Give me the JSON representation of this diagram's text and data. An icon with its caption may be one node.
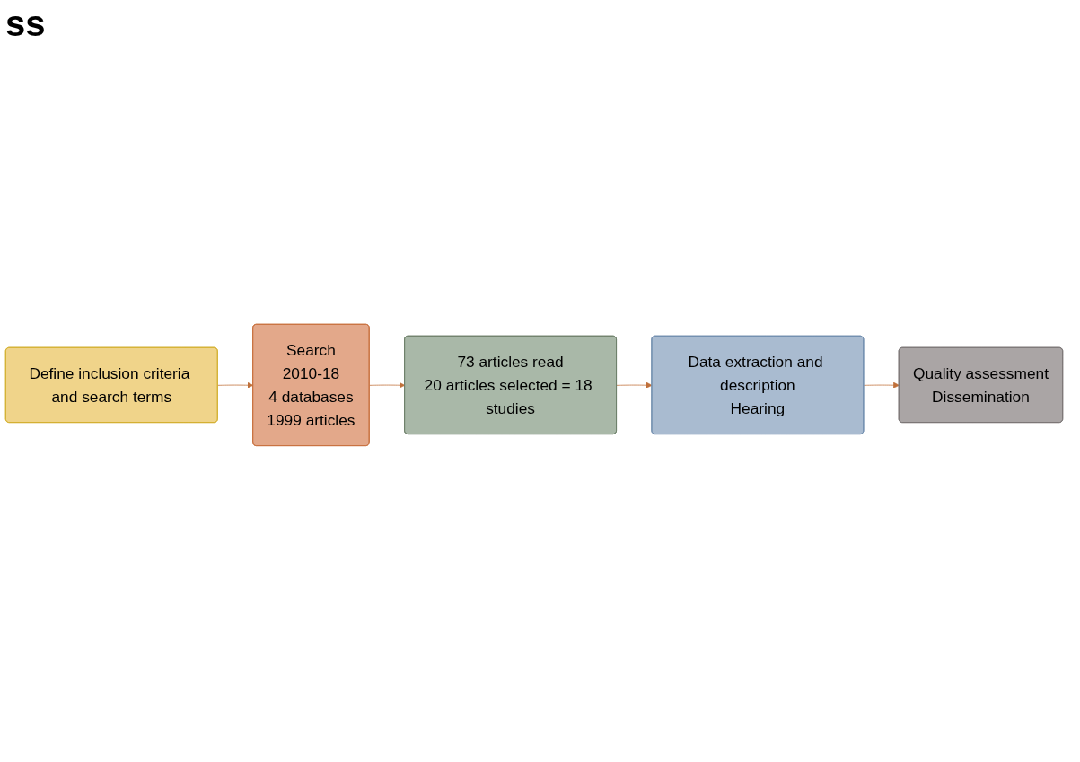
{
  "diagram": {
    "title": "ss",
    "nodes": [
      {
        "text": [
          "Define inclusion criteria and search terms"
        ]
      },
      {
        "text": [
          "Search",
          "2010-18",
          "4 databases",
          "1999 articles"
        ]
      },
      {
        "text": [
          "73 articles read",
          "20 articles selected = 18 studies"
        ]
      },
      {
        "text": [
          "Data extraction and description",
          "Hearing"
        ]
      },
      {
        "text": [
          "Quality assessment",
          "Dissemination"
        ]
      }
    ],
    "edges": [
      {
        "from": 0,
        "to": 1,
        "arrow": "to"
      },
      {
        "from": 1,
        "to": 2,
        "arrow": "to"
      },
      {
        "from": 2,
        "to": 3,
        "arrow": "to"
      },
      {
        "from": 3,
        "to": 4,
        "arrow": "to"
      }
    ]
  }
}
